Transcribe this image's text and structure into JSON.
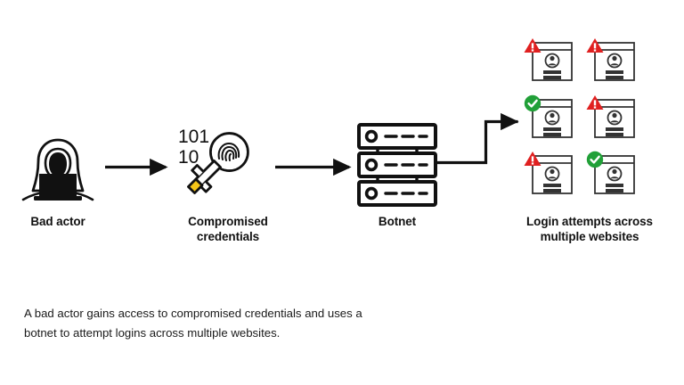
{
  "diagram": {
    "background": "#ffffff",
    "ink": "#111111",
    "accent_yellow": "#F5C518",
    "alert_red": "#E02020",
    "success_green": "#21A038",
    "nodes": [
      {
        "id": "bad-actor",
        "label": "Bad actor",
        "icon": "hooded-hacker-laptop-icon"
      },
      {
        "id": "credentials",
        "label_line1": "Compromised",
        "label_line2": "credentials",
        "icon": "key-fingerprint-icon",
        "binary_top": "101",
        "binary_bottom": "10"
      },
      {
        "id": "botnet",
        "label": "Botnet",
        "icon": "server-stack-icon",
        "server_units": 3
      },
      {
        "id": "login-attempts",
        "label_line1": "Login attempts across",
        "label_line2": "multiple websites",
        "icon": "browser-window-grid-icon"
      }
    ],
    "windows": [
      {
        "row": 1,
        "col": 1,
        "status": "alert",
        "badge_icon": "warning-triangle-icon"
      },
      {
        "row": 1,
        "col": 2,
        "status": "alert",
        "badge_icon": "warning-triangle-icon"
      },
      {
        "row": 2,
        "col": 1,
        "status": "success",
        "badge_icon": "check-circle-icon"
      },
      {
        "row": 2,
        "col": 2,
        "status": "alert",
        "badge_icon": "warning-triangle-icon"
      },
      {
        "row": 3,
        "col": 1,
        "status": "alert",
        "badge_icon": "warning-triangle-icon"
      },
      {
        "row": 3,
        "col": 2,
        "status": "success",
        "badge_icon": "check-circle-icon"
      }
    ],
    "connectors": [
      {
        "from": "bad-actor",
        "to": "credentials",
        "type": "straight-arrow"
      },
      {
        "from": "credentials",
        "to": "botnet",
        "type": "straight-arrow"
      },
      {
        "from": "botnet",
        "to": "login-attempts",
        "type": "elbow-arrow"
      }
    ],
    "caption_line1": "A bad actor gains access to compromised credentials and uses a",
    "caption_line2": "botnet to attempt logins across multiple websites."
  }
}
